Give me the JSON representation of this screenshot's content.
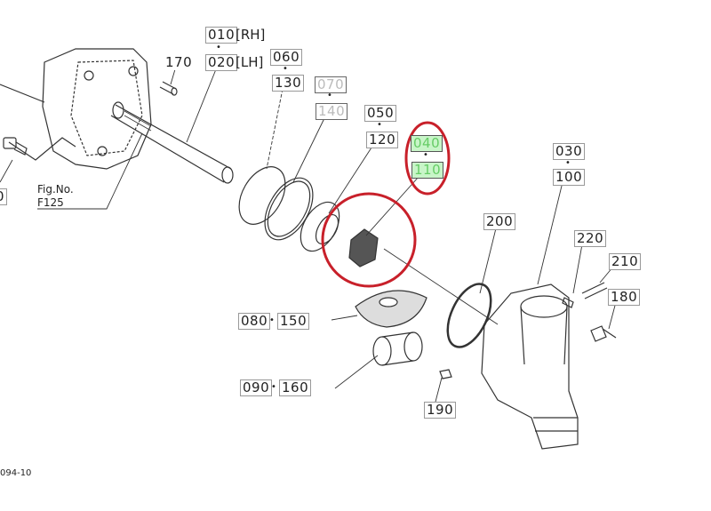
{
  "parts": {
    "p010": "010",
    "rh": "[RH]",
    "p020": "020",
    "lh": "[LH]",
    "p170": "170",
    "p060": "060",
    "p130": "130",
    "p070": "070",
    "p140": "140",
    "p050": "050",
    "p120": "120",
    "p040": "040",
    "p110": "110",
    "p030": "030",
    "p100": "100",
    "p200": "200",
    "p220": "220",
    "p210": "210",
    "p180": "180",
    "p080": "080",
    "p150": "150",
    "p090": "090",
    "p160": "160",
    "p190": "190",
    "partial_left": "0"
  },
  "sep": "•",
  "figure": {
    "label": "Fig.No.",
    "number": "F125"
  },
  "footer_code": "094-10",
  "colors": {
    "highlight_green": "#c8f5c8",
    "circle_red": "#c8202a"
  }
}
